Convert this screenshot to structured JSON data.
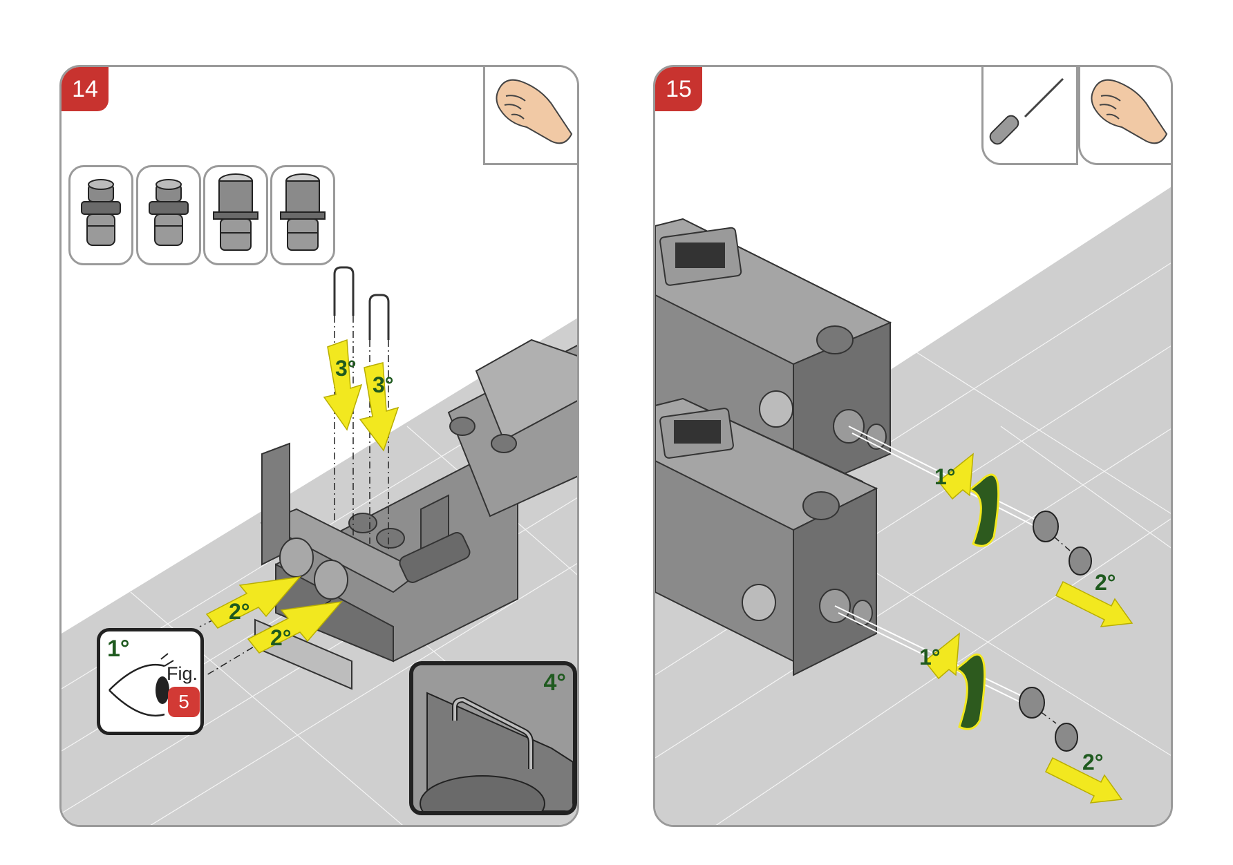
{
  "steps": [
    {
      "number": "14",
      "tools": [
        "hand-icon"
      ],
      "parts": [
        "cap-plug-icon",
        "cap-plug-icon",
        "connector-fitting-icon",
        "connector-fitting-icon"
      ],
      "labels": {
        "clip_a": "3°",
        "clip_b": "3°",
        "fitting_a": "2°",
        "fitting_b": "2°"
      },
      "figure_ref": {
        "step": "1°",
        "text": "Fig.",
        "number": "5"
      },
      "detail": {
        "step": "4°"
      }
    },
    {
      "number": "15",
      "tools": [
        "screwdriver-icon",
        "hand-icon"
      ],
      "labels": {
        "upper_rotate": "1°",
        "upper_pull": "2°",
        "lower_rotate": "1°",
        "lower_pull": "2°"
      }
    }
  ],
  "colors": {
    "step_badge": "#c8332f",
    "arrow": "#f2e81f",
    "rotate_arrow": "#2d5a1e",
    "floor": "#cfcfcf",
    "device": "#8e8e8e"
  }
}
